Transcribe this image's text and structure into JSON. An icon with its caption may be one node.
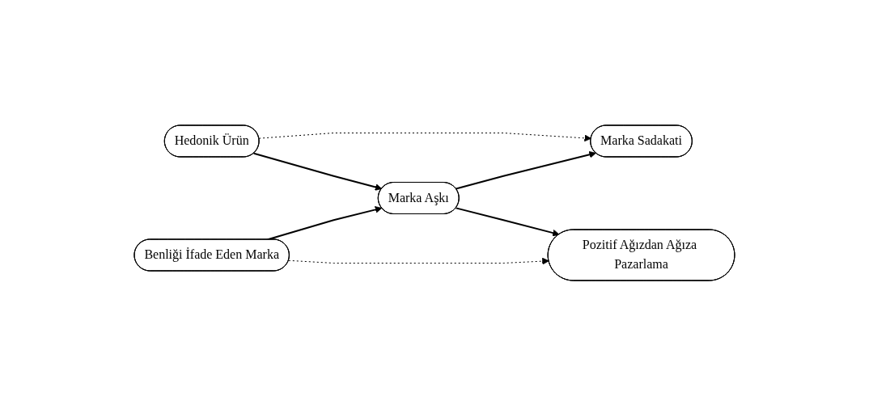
{
  "diagram": {
    "nodes": [
      {
        "text": [
          "Hedonik Ürün"
        ]
      },
      {
        "text": [
          "Marka Sadakati"
        ]
      },
      {
        "text": [
          "Marka Aşkı"
        ]
      },
      {
        "text": [
          "Benliği İfade Eden Marka"
        ]
      },
      {
        "text": [
          "Pozitif Ağızdan Ağıza Pazarlama"
        ]
      }
    ],
    "edges": [
      {
        "from": 0,
        "to": 1,
        "arrow": "to",
        "style": "dashed"
      },
      {
        "from": 0,
        "to": 2,
        "arrow": "to"
      },
      {
        "from": 2,
        "to": 1,
        "arrow": "to"
      },
      {
        "from": 3,
        "to": 2,
        "arrow": "to"
      },
      {
        "from": 2,
        "to": 4,
        "arrow": "to"
      },
      {
        "from": 3,
        "to": 4,
        "arrow": "to",
        "style": "dashed"
      }
    ]
  }
}
